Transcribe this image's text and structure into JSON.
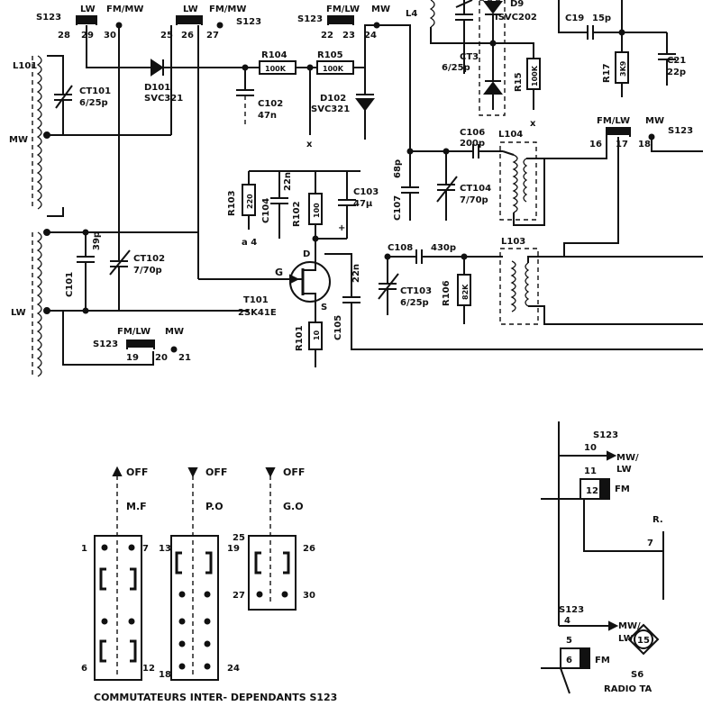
{
  "top": {
    "s123_left": "S123",
    "lw_a": "LW",
    "fmmw_a": "FM/MW",
    "lw_b": "LW",
    "fmmw_b": "FM/MW",
    "s123_mid": "S123",
    "s123_c": "S123",
    "fmlw_c": "FM/LW",
    "mw_c": "MW",
    "p28": "28",
    "p29": "29",
    "p30": "30",
    "p25": "25",
    "p26": "26",
    "p27": "27",
    "p22": "22",
    "p23": "23",
    "p24": "24",
    "l4": "L4",
    "d9_label": "D9",
    "d9_part": "ISVC202",
    "ct3": "CT3",
    "ct3_val": "6/25p",
    "r15": "R15",
    "r15_val": "100K",
    "c19": "C19",
    "c19_val": "15p",
    "r17": "R17",
    "r17_val": "3K9",
    "c21": "C21",
    "c21_val": "22p",
    "x_right": "x"
  },
  "left": {
    "l101": "L101",
    "mw": "MW",
    "lw": "LW",
    "ct101": "CT101",
    "ct101_val": "6/25p",
    "d101": "D101",
    "d101_part": "SVC321",
    "c101": "C101",
    "c101_val": "39p",
    "ct102": "CT102",
    "ct102_val": "7/70p",
    "s123_low": "S123",
    "fmlw_low": "FM/LW",
    "mw_low": "MW",
    "p19": "19",
    "p20": "20",
    "p21": "21"
  },
  "mid": {
    "r104": "R104",
    "r104_val": "100K",
    "r105": "R105",
    "r105_val": "100K",
    "c102": "C102",
    "c102_val": "47n",
    "d102": "D102",
    "d102_part": "SVC321",
    "x_mid": "x",
    "r103": "R103",
    "r103_val": "220",
    "c104": "C104",
    "c104_val": "22n",
    "r102": "R102",
    "r102_val": "100",
    "c103": "C103",
    "c103_val": "47µ",
    "plus": "+",
    "mark": "a 4",
    "t101": "T101",
    "t101_part": "2SK41E",
    "pin_g": "G",
    "pin_d": "D",
    "pin_s": "S",
    "r101": "R101",
    "r101_val": "10",
    "c105": "C105",
    "c105_val": "22n"
  },
  "right": {
    "c107": "C107",
    "c107_val": "68p",
    "ct104": "CT104",
    "ct104_val": "7/70p",
    "c106": "C106",
    "c106_val": "200p",
    "l104": "L104",
    "fmlw_r": "FM/LW",
    "mw_r": "MW",
    "s123_r": "S123",
    "p16": "16",
    "p17": "17",
    "p18": "18",
    "c108": "C108",
    "c108_val": "430p",
    "l103": "L103",
    "ct103": "CT103",
    "ct103_val": "6/25p",
    "r106": "R106",
    "r106_val": "82K"
  },
  "switches": {
    "off1": "OFF",
    "off2": "OFF",
    "off3": "OFF",
    "mf": "M.F",
    "po": "P.O",
    "go": "G.O",
    "n1": "1",
    "n6": "6",
    "n7": "7",
    "n12": "12",
    "n13": "13",
    "n18": "18",
    "n19": "19",
    "n24": "24",
    "n25": "25",
    "n26": "26",
    "n27": "27",
    "n30": "30",
    "caption": "COMMUTATEURS INTER- DEPENDANTS S123"
  },
  "br": {
    "s123_a": "S123",
    "p10": "10",
    "mwlw_a1": "MW/",
    "mwlw_a2": "LW",
    "p11": "11",
    "p12": "12",
    "fm_a": "FM",
    "r_label": "R.",
    "p7": "7",
    "s123_b": "S123",
    "p4": "4",
    "mwlw_b1": "MW/",
    "mwlw_b2": "LW",
    "p5": "5",
    "p6": "6",
    "fm_b": "FM",
    "badge": "15",
    "s6": "S6",
    "radio_ta": "RADIO TA"
  }
}
